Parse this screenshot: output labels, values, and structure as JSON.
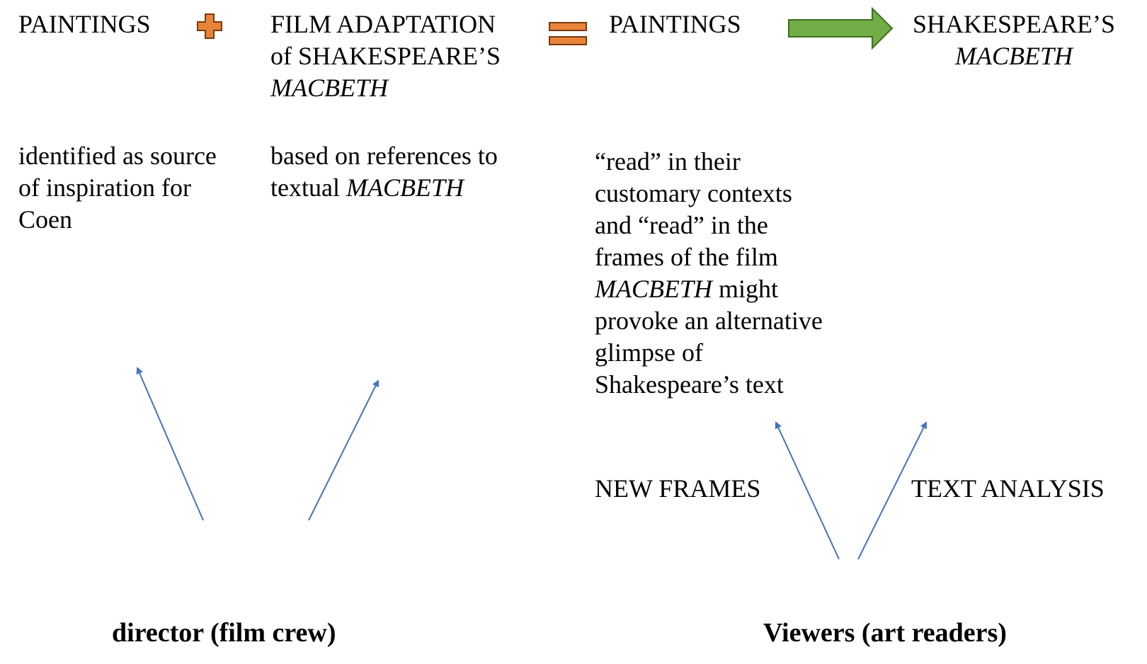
{
  "top_row": {
    "paintings_left": "PAINTINGS",
    "film_adaptation": {
      "line1": "FILM ADAPTATION",
      "line2": "of SHAKESPEARE’S",
      "line3": "MACBETH"
    },
    "paintings_right": "PAINTINGS",
    "shakespeares_macbeth": {
      "line1": "SHAKESPEARE’S",
      "line2": "MACBETH"
    }
  },
  "descriptions": {
    "inspiration": {
      "line1": "identified as source",
      "line2": "of inspiration for",
      "line3": "Coen"
    },
    "references": {
      "line1": "based on references to",
      "line2_prefix": "textual ",
      "line2_italic": "MACBETH"
    },
    "read": {
      "line1": "“read” in their",
      "line2": "customary contexts",
      "line3": "and “read” in the",
      "line4": "frames of the film",
      "line5_italic": "MACBETH",
      "line5_suffix": " might",
      "line6": "provoke an alternative",
      "line7": "glimpse of",
      "line8": "Shakespeare’s text"
    }
  },
  "labels": {
    "new_frames": "NEW FRAMES",
    "text_analysis": "TEXT ANALYSIS"
  },
  "actors": {
    "director": "director (film crew)",
    "viewers": "Viewers (art readers)"
  },
  "colors": {
    "plus_fill": "#e8833a",
    "equals_fill": "#e8833a",
    "operator_stroke": "#7a3a10",
    "arrow_fill": "#70ad47",
    "arrow_stroke": "#3f6e24",
    "pointer": "#4472c4"
  }
}
